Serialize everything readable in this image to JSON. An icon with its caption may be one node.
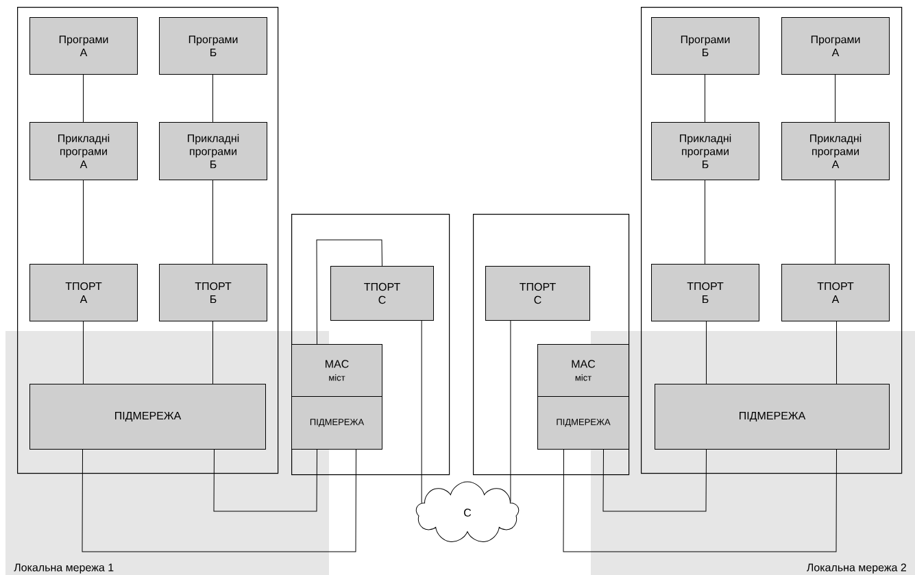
{
  "diagram": {
    "nodes": [
      {
        "text": [],
        "shape": "box"
      },
      {
        "text": [
          "Програми А"
        ],
        "in": 0
      },
      {
        "text": [
          "Програми Б"
        ],
        "in": 0
      },
      {
        "text": [
          "Прикладні програми А"
        ],
        "in": 0
      },
      {
        "text": [
          "Прикладні програми Б"
        ],
        "in": 0
      },
      {
        "text": [
          "ТПОРТ А"
        ],
        "in": 0
      },
      {
        "text": [
          "ТПОРТ Б"
        ],
        "in": 0
      },
      {
        "text": [
          "ПІДМЕРЕЖА"
        ],
        "in": 0
      },
      {
        "text": [],
        "shape": "box"
      },
      {
        "text": [
          "ТПОРТ С"
        ],
        "in": 8
      },
      {
        "text": [
          "MAC",
          "міст"
        ],
        "in": 8
      },
      {
        "text": [
          "ПІДМЕРЕЖА"
        ],
        "in": 8
      },
      {
        "text": [],
        "shape": "box"
      },
      {
        "text": [
          "ТПОРТ С"
        ],
        "in": 12
      },
      {
        "text": [
          "MAC",
          "міст"
        ],
        "in": 12
      },
      {
        "text": [
          "ПІДМЕРЕЖА"
        ],
        "in": 12
      },
      {
        "text": [],
        "shape": "box"
      },
      {
        "text": [
          "Програми Б"
        ],
        "in": 16
      },
      {
        "text": [
          "Програми А"
        ],
        "in": 16
      },
      {
        "text": [
          "Прикладні програми Б"
        ],
        "in": 16
      },
      {
        "text": [
          "Прикладні програми А"
        ],
        "in": 16
      },
      {
        "text": [
          "ТПОРТ Б"
        ],
        "in": 16
      },
      {
        "text": [
          "ТПОРТ А"
        ],
        "in": 16
      },
      {
        "text": [
          "ПІДМЕРЕЖА"
        ],
        "in": 16
      },
      {
        "text": [
          "С"
        ]
      }
    ],
    "edges": [
      {
        "from": 1,
        "to": 3,
        "arrow": "none"
      },
      {
        "from": 2,
        "to": 4,
        "arrow": "none"
      },
      {
        "from": 3,
        "to": 5,
        "arrow": "none"
      },
      {
        "from": 4,
        "to": 6,
        "arrow": "none"
      },
      {
        "from": 5,
        "to": 7,
        "arrow": "none"
      },
      {
        "from": 6,
        "to": 7,
        "arrow": "none"
      },
      {
        "from": 9,
        "to": 10,
        "arrow": "none"
      },
      {
        "from": 7,
        "to": 11,
        "arrow": "none"
      },
      {
        "from": 7,
        "to": 11,
        "arrow": "none"
      },
      {
        "from": 9,
        "to": 24,
        "arrow": "none"
      },
      {
        "from": 13,
        "to": 24,
        "arrow": "none"
      },
      {
        "from": 15,
        "to": 23,
        "arrow": "none"
      },
      {
        "from": 15,
        "to": 23,
        "arrow": "none"
      },
      {
        "from": 17,
        "to": 19,
        "arrow": "none"
      },
      {
        "from": 18,
        "to": 20,
        "arrow": "none"
      },
      {
        "from": 19,
        "to": 21,
        "arrow": "none"
      },
      {
        "from": 20,
        "to": 22,
        "arrow": "none"
      },
      {
        "from": 21,
        "to": 23,
        "arrow": "none"
      },
      {
        "from": 22,
        "to": 23,
        "arrow": "none"
      }
    ],
    "labels": [
      "Локальна мережа 1",
      "Локальна мережа 2"
    ]
  }
}
